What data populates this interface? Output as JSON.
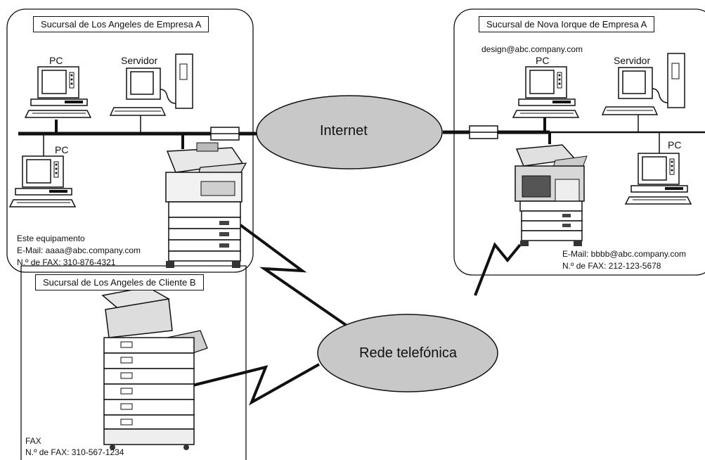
{
  "la_a": {
    "title": "Sucursal de Los Angeles de Empresa A",
    "pc1_label": "PC",
    "server_label": "Servidor",
    "pc2_label": "PC",
    "device_caption": "Este equipamento",
    "email": "E-Mail:  aaaa@abc.company.com",
    "fax": "N.º de FAX: 310-876-4321"
  },
  "ny_a": {
    "title": "Sucursal de Nova Iorque de Empresa A",
    "email_pc": "design@abc.company.com",
    "pc1_label": "PC",
    "server_label": "Servidor",
    "pc2_label": "PC",
    "email": "E-Mail:  bbbb@abc.company.com",
    "fax": "N.º de FAX: 212-123-5678"
  },
  "la_b": {
    "title": "Sucursal de Los Angeles de Cliente B",
    "device_label": "FAX",
    "fax": "N.º de FAX: 310-567-1234"
  },
  "networks": {
    "internet": "Internet",
    "phone": "Rede telefónica"
  }
}
